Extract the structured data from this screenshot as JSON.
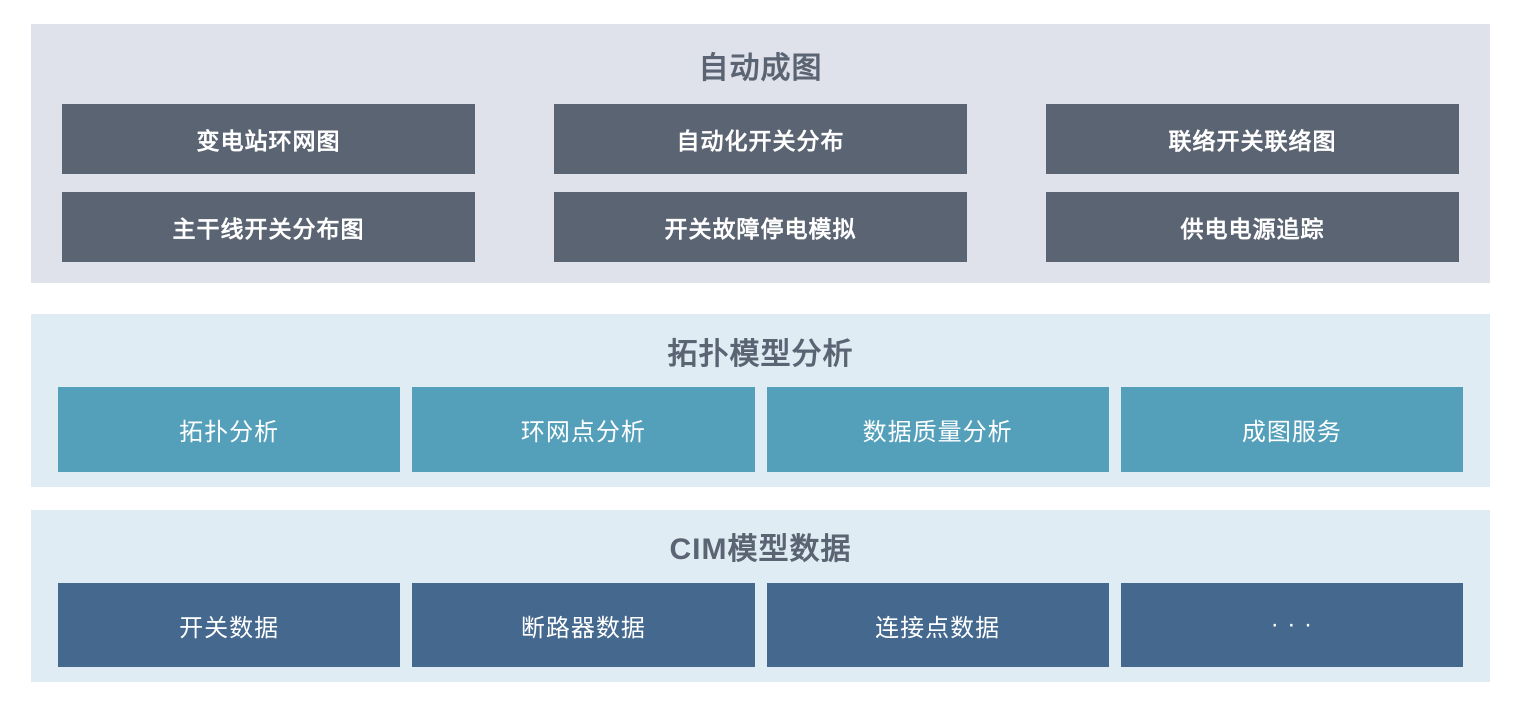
{
  "diagram": {
    "layers": [
      {
        "id": "auto-drawing",
        "title": "自动成图",
        "items": [
          "变电站环网图",
          "自动化开关分布",
          "联络开关联络图",
          "主干线开关分布图",
          "开关故障停电模拟",
          "供电电源追踪"
        ],
        "theme": {
          "section_bg": "#dfe2ea",
          "module_bg": "#5b6472",
          "module_text": "#ffffff"
        }
      },
      {
        "id": "topology-model-analysis",
        "title": "拓扑模型分析",
        "items": [
          "拓扑分析",
          "环网点分析",
          "数据质量分析",
          "成图服务"
        ],
        "theme": {
          "section_bg": "#dfecf3",
          "module_bg": "#549fba",
          "module_text": "#ffffff"
        }
      },
      {
        "id": "cim-model-data",
        "title": "CIM模型数据",
        "items": [
          "开关数据",
          "断路器数据",
          "连接点数据",
          "· · ·"
        ],
        "theme": {
          "section_bg": "#dfecf3",
          "module_bg": "#45688f",
          "module_text": "#ffffff"
        }
      }
    ],
    "colors": {
      "page_bg": "#ffffff",
      "title_text": "#5a6472"
    }
  }
}
